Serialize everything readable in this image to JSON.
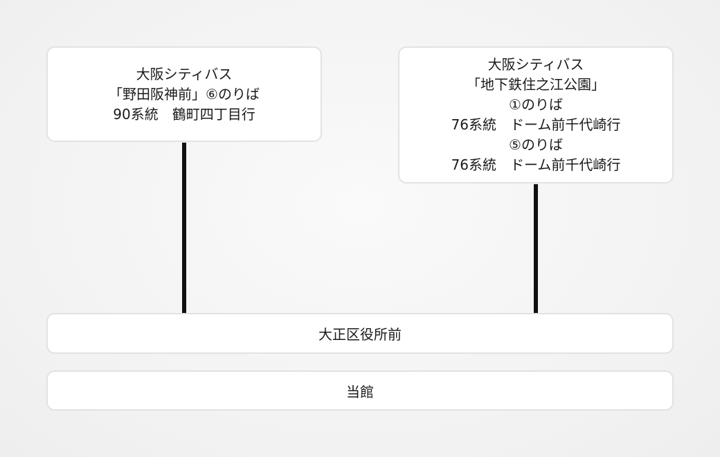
{
  "route_a": {
    "lines": [
      "大阪シティバス",
      "「野田阪神前」⑥のりば",
      "90系統　鶴町四丁目行"
    ]
  },
  "route_b": {
    "lines": [
      "大阪シティバス",
      "「地下鉄住之江公園」",
      "①のりば",
      "76系統　ドーム前千代崎行",
      "⑤のりば",
      "76系統　ドーム前千代崎行"
    ]
  },
  "stop": {
    "label": "大正区役所前"
  },
  "destination": {
    "label": "当館"
  },
  "colors": {
    "connector": "#111111",
    "box_border": "#e2e2e2",
    "box_fill": "#ffffff"
  }
}
